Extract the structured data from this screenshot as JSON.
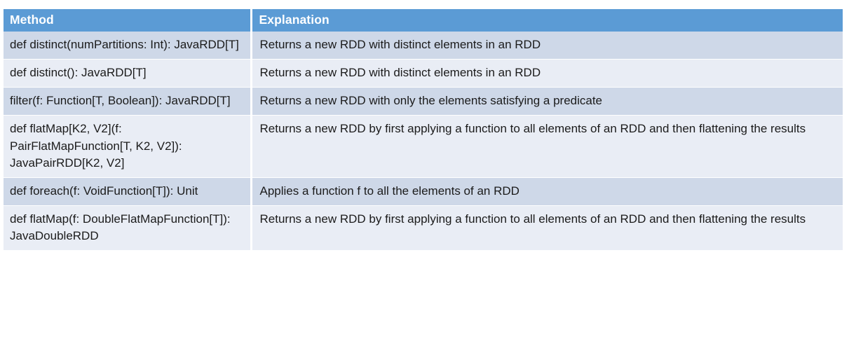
{
  "table": {
    "columns": [
      {
        "key": "method",
        "label": "Method"
      },
      {
        "key": "explanation",
        "label": "Explanation"
      }
    ],
    "header_background": "#5B9BD5",
    "header_text_color": "#FFFFFF",
    "row_band_dark": "#CED8E8",
    "row_band_light": "#E9EDF5",
    "body_text_color": "#1B1B1B",
    "rows": [
      {
        "method": "def distinct(numPartitions: Int): JavaRDD[T]",
        "explanation": "Returns a new RDD with distinct elements in an RDD"
      },
      {
        "method": "def distinct(): JavaRDD[T]",
        "explanation": "Returns a new RDD with distinct elements in an RDD"
      },
      {
        "method": "filter(f: Function[T, Boolean]): JavaRDD[T]",
        "explanation": "Returns a new RDD with only the elements satisfying a predicate"
      },
      {
        "method": "def flatMap[K2, V2](f: PairFlatMapFunction[T, K2, V2]): JavaPairRDD[K2, V2]",
        "explanation": "Returns a new RDD by first applying a function to all elements of an RDD and then flattening the results"
      },
      {
        "method": "def foreach(f: VoidFunction[T]): Unit",
        "explanation": "Applies a function f to all the elements of an RDD"
      },
      {
        "method": "def flatMap(f: DoubleFlatMapFunction[T]): JavaDoubleRDD",
        "explanation": "Returns a new RDD by first applying a function to all elements of an RDD and then flattening the results"
      }
    ]
  }
}
